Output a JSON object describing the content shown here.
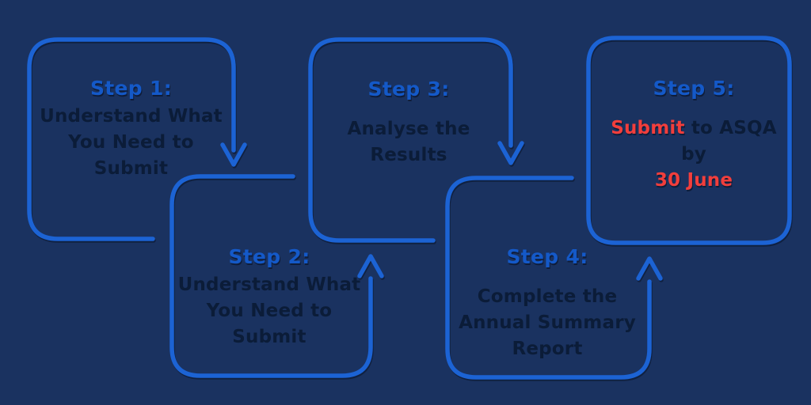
{
  "diagram_type": "process-flow",
  "colors": {
    "background": "#1a3260",
    "line_blue": "#1c63d4",
    "label_blue": "#1459c8",
    "body_text": "#0b1c38",
    "highlight_red": "#f23e3c"
  },
  "steps": [
    {
      "label": "Step 1:",
      "lines": [
        "Understand What",
        "You Need to",
        "Submit"
      ]
    },
    {
      "label": "Step 2:",
      "lines": [
        "Understand What",
        "You Need to",
        "Submit"
      ]
    },
    {
      "label": "Step 3:",
      "lines": [
        "Analyse the",
        "Results"
      ]
    },
    {
      "label": "Step 4:",
      "lines": [
        "Complete the",
        "Annual Summary",
        "Report"
      ]
    },
    {
      "label": "Step 5:",
      "segments": [
        {
          "text": "Submit",
          "highlight": true
        },
        {
          "text": " to ASQA by",
          "highlight": false
        },
        {
          "text": "30 June",
          "highlight": true
        }
      ]
    }
  ],
  "arrows": [
    {
      "name": "step-1-to-step-2",
      "direction": "down"
    },
    {
      "name": "step-2-to-step-3",
      "direction": "up"
    },
    {
      "name": "step-3-to-step-4",
      "direction": "down"
    },
    {
      "name": "step-4-to-step-5",
      "direction": "up"
    }
  ]
}
